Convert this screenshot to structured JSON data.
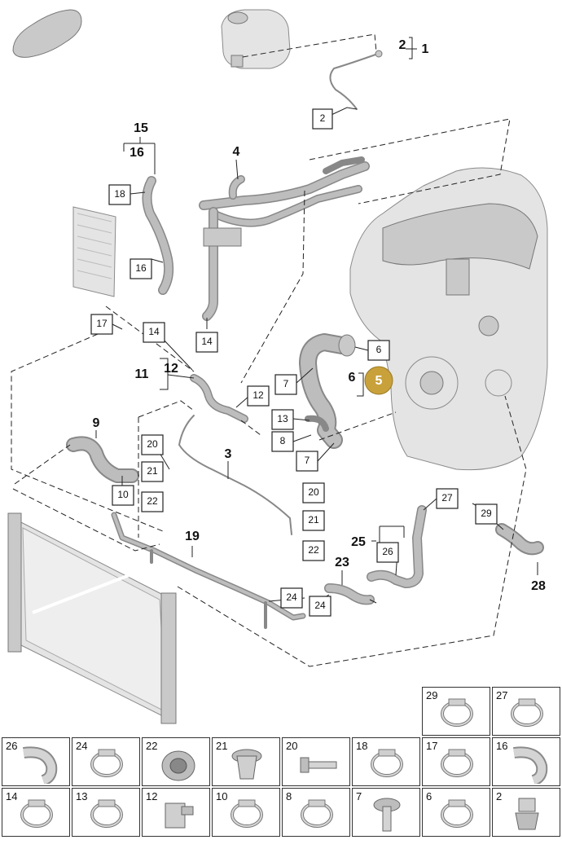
{
  "callouts": {
    "c1": "1",
    "c2": "2",
    "c2b": "2",
    "c3": "3",
    "c4": "4",
    "c5": "5",
    "c6a": "6",
    "c6b": "6",
    "c7a": "7",
    "c7b": "7",
    "c8": "8",
    "c9": "9",
    "c10": "10",
    "c11": "11",
    "c12a": "12",
    "c12b": "12",
    "c13": "13",
    "c14a": "14",
    "c14b": "14",
    "c15": "15",
    "c16a": "16",
    "c16b": "16",
    "c17": "17",
    "c18": "18",
    "c19": "19",
    "c20a": "20",
    "c20b": "20",
    "c21a": "21",
    "c21b": "21",
    "c22a": "22",
    "c22b": "22",
    "c23": "23",
    "c24a": "24",
    "c24b": "24",
    "c25": "25",
    "c26": "26",
    "c27": "27",
    "c28": "28",
    "c29": "29"
  },
  "highlight_color": "#c9a13b",
  "parts_grid": {
    "row_top": [
      {
        "num": "29",
        "icon": "hose-clamp-icon"
      },
      {
        "num": "27",
        "icon": "hose-clamp-icon"
      }
    ],
    "row_middle": [
      {
        "num": "26",
        "icon": "hose-elbow-icon"
      },
      {
        "num": "24",
        "icon": "hose-clamp-icon"
      },
      {
        "num": "22",
        "icon": "grommet-icon"
      },
      {
        "num": "21",
        "icon": "plug-icon"
      },
      {
        "num": "20",
        "icon": "bolt-icon"
      },
      {
        "num": "18",
        "icon": "hose-clamp-icon"
      },
      {
        "num": "17",
        "icon": "hose-clamp-icon"
      },
      {
        "num": "16",
        "icon": "hose-elbow-icon"
      }
    ],
    "row_bottom": [
      {
        "num": "14",
        "icon": "hose-clamp-icon"
      },
      {
        "num": "13",
        "icon": "hose-clamp-icon"
      },
      {
        "num": "12",
        "icon": "bracket-clip-icon"
      },
      {
        "num": "10",
        "icon": "hose-clamp-icon"
      },
      {
        "num": "8",
        "icon": "hose-clamp-icon"
      },
      {
        "num": "7",
        "icon": "screw-icon"
      },
      {
        "num": "6",
        "icon": "hose-clamp-icon"
      },
      {
        "num": "2",
        "icon": "connector-icon"
      }
    ]
  }
}
